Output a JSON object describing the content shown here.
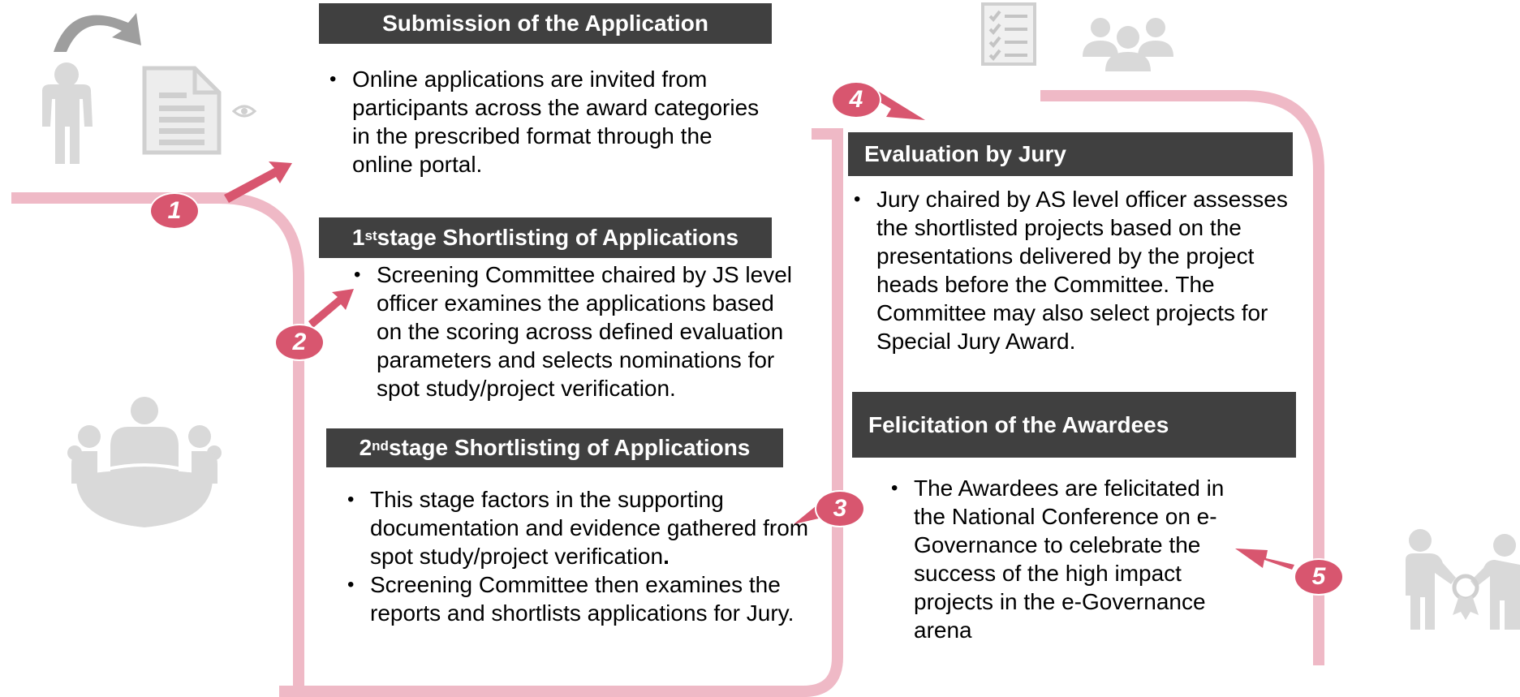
{
  "colors": {
    "accent": "#d8566f",
    "track": "#efb9c6",
    "header_bg": "#404040",
    "icon_gray": "#d9d9d9"
  },
  "steps": [
    {
      "number": "1",
      "title": "Submission of the Application",
      "bullets": [
        "Online applications are invited from participants across the award categories in the prescribed format through the online portal."
      ]
    },
    {
      "number": "2",
      "title_prefix": "1",
      "title_sup": "st",
      "title_rest": " stage Shortlisting of Applications",
      "bullets": [
        "Screening Committee chaired by JS level officer examines the applications based on the scoring across defined evaluation parameters and selects nominations for spot study/project verification."
      ]
    },
    {
      "number": "3",
      "title_prefix": "2",
      "title_sup": "nd",
      "title_rest": " stage Shortlisting of Applications",
      "bullets": [
        "This stage factors in the supporting documentation and evidence gathered from spot study/project verification",
        "Screening Committee then examines the reports and shortlists applications for Jury."
      ],
      "bullet_end": "."
    },
    {
      "number": "4",
      "title": "Evaluation by Jury",
      "bullets": [
        "Jury chaired by AS level officer assesses the shortlisted projects based on the presentations delivered by the project heads before the Committee. The Committee may also select projects for Special Jury Award."
      ]
    },
    {
      "number": "5",
      "title": "Felicitation of the Awardees",
      "bullets": [
        "The Awardees are felicitated in the National Conference on e-Governance to celebrate the success of the high impact projects in the e-Governance arena"
      ]
    }
  ],
  "icons": [
    "person-submit-icon",
    "document-icon",
    "eye-icon",
    "meeting-table-icon",
    "checklist-icon",
    "group-icon",
    "award-handshake-icon"
  ]
}
